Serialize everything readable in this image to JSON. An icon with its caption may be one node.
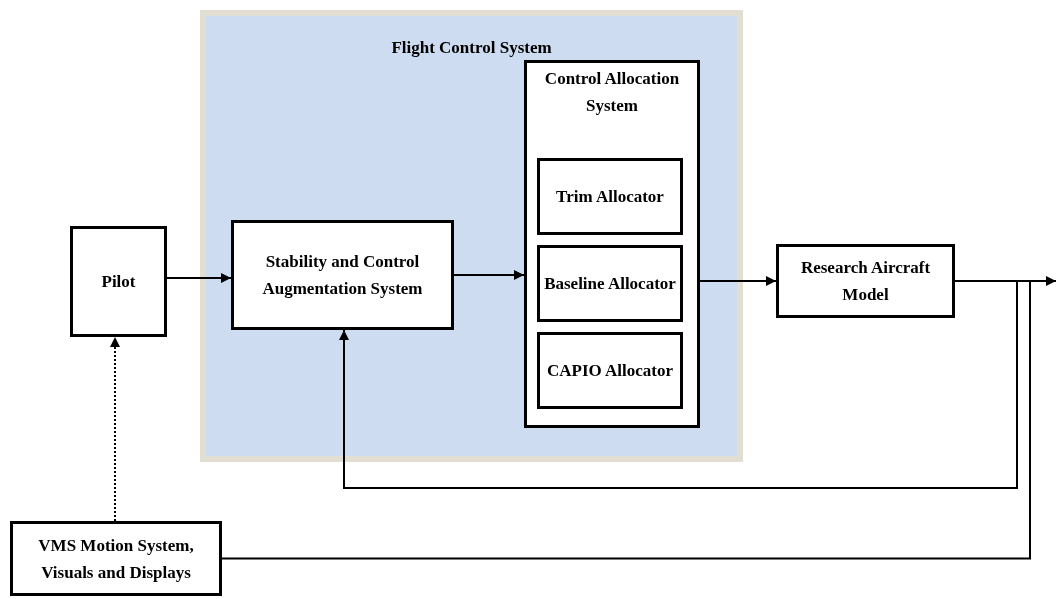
{
  "diagram": {
    "nodes": [
      {
        "text": [
          "Flight Control System"
        ]
      },
      {
        "text": [
          "Pilot"
        ]
      },
      {
        "text": [
          "Stability and Control Augmentation System"
        ],
        "in": 0
      },
      {
        "text": [
          "Control Allocation System"
        ],
        "in": 0
      },
      {
        "text": [
          "Trim Allocator"
        ],
        "in": 3
      },
      {
        "text": [
          "Baseline Allocator"
        ],
        "in": 3
      },
      {
        "text": [
          "CAPIO Allocator"
        ],
        "in": 3
      },
      {
        "text": [
          "Research Aircraft Model"
        ]
      },
      {
        "text": [
          "VMS Motion System, Visuals and Displays"
        ]
      }
    ],
    "edges": [
      {
        "from": 1,
        "to": 2,
        "arrow": "to"
      },
      {
        "from": 2,
        "to": 3,
        "arrow": "to"
      },
      {
        "from": 3,
        "to": 7,
        "arrow": "to"
      },
      {
        "from": 7,
        "to": null,
        "arrow": "to"
      },
      {
        "from": 7,
        "to": 2,
        "arrow": "to"
      },
      {
        "from": 7,
        "to": 8,
        "arrow": "none"
      },
      {
        "from": 8,
        "to": 1,
        "arrow": "to",
        "style": "dashed"
      }
    ]
  }
}
